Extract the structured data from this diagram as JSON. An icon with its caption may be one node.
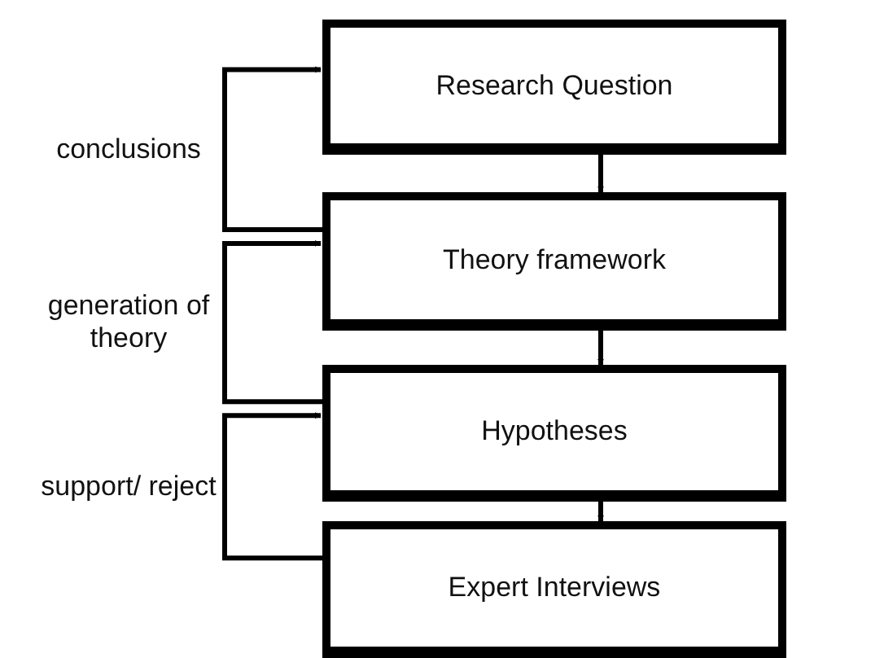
{
  "diagram": {
    "nodes": [
      {
        "text": [
          "Research Question"
        ]
      },
      {
        "text": [
          "Theory framework"
        ]
      },
      {
        "text": [
          "Hypotheses"
        ]
      },
      {
        "text": [
          "Expert Interviews"
        ]
      }
    ],
    "edges": [
      {
        "from": 0,
        "to": 1,
        "arrow": "to"
      },
      {
        "from": 1,
        "to": 2,
        "arrow": "to"
      },
      {
        "from": 2,
        "to": 3,
        "arrow": "to"
      },
      {
        "from": 1,
        "to": 0,
        "arrow": "to",
        "label": "conclusions"
      },
      {
        "from": 2,
        "to": 1,
        "arrow": "to",
        "label": "generation of theory"
      },
      {
        "from": 3,
        "to": 2,
        "arrow": "to",
        "label": "support/ reject"
      }
    ]
  }
}
